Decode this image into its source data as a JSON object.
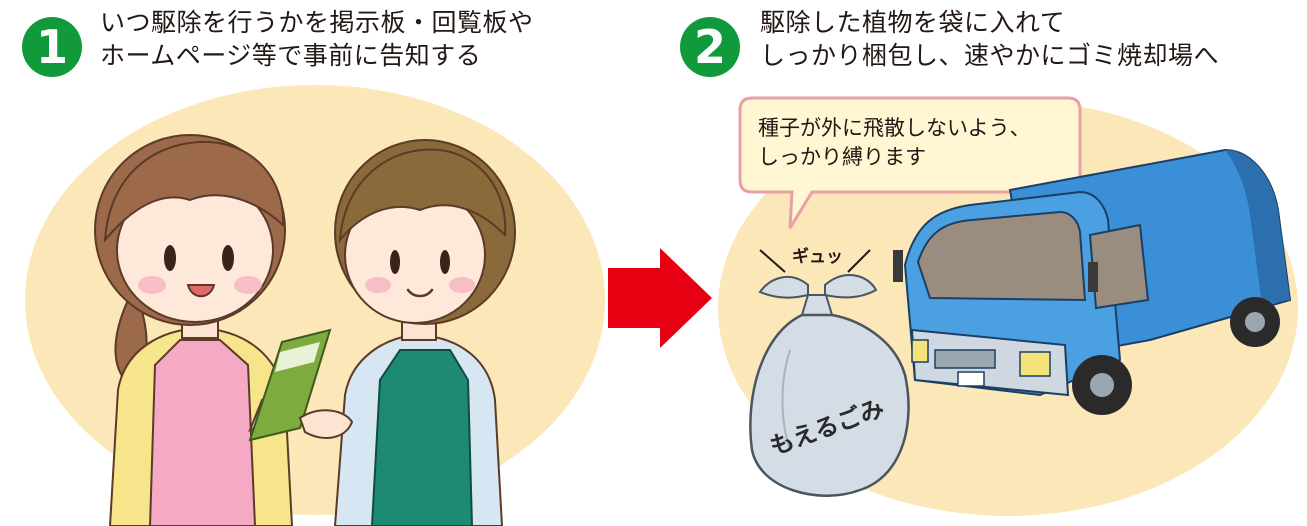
{
  "step1": {
    "number": "1",
    "line1": "いつ駆除を行うかを掲示板・回覧板や",
    "line2": "ホームページ等で事前に告知する"
  },
  "step2": {
    "number": "2",
    "line1": "駆除した植物を袋に入れて",
    "line2": "しっかり梱包し、速やかにゴミ焼却場へ"
  },
  "speech_bubble": {
    "line1": "種子が外に飛散しないよう、",
    "line2": "しっかり縛ります"
  },
  "sound_effect": "ギュッ",
  "bag_label": "もえるごみ",
  "colors": {
    "badge_green": "#119a3c",
    "arrow_red": "#e60012",
    "background_oval": "#fbe7b7",
    "bubble_fill": "#fff6d4",
    "bubble_border": "#e8a0a5",
    "truck_blue": "#3a8fd6"
  }
}
